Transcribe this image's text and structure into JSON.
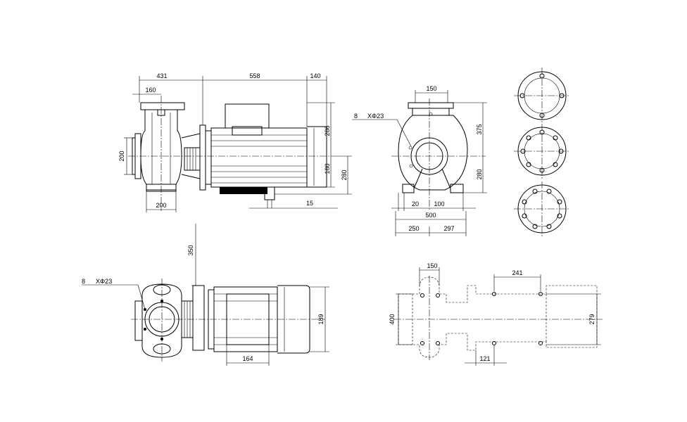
{
  "dimensions": {
    "side_431": "431",
    "side_558": "558",
    "side_140": "140",
    "side_160": "160",
    "side_200_v": "200",
    "side_200_h": "200",
    "side_286": "286",
    "side_180": "180",
    "side_280": "280",
    "side_15": "15",
    "front_150": "150",
    "front_375": "375",
    "front_280": "280",
    "front_20": "20",
    "front_100": "100",
    "front_500": "500",
    "front_250": "250",
    "front_297": "297",
    "front_holes_count": "8",
    "front_holes_dia": "XΦ23",
    "top_350": "350",
    "top_holes_count": "8",
    "top_holes_dia": "XΦ23",
    "top_189": "189",
    "top_164": "164",
    "plan_150": "150",
    "plan_241": "241",
    "plan_400": "400",
    "plan_279": "279",
    "plan_121": "121"
  }
}
